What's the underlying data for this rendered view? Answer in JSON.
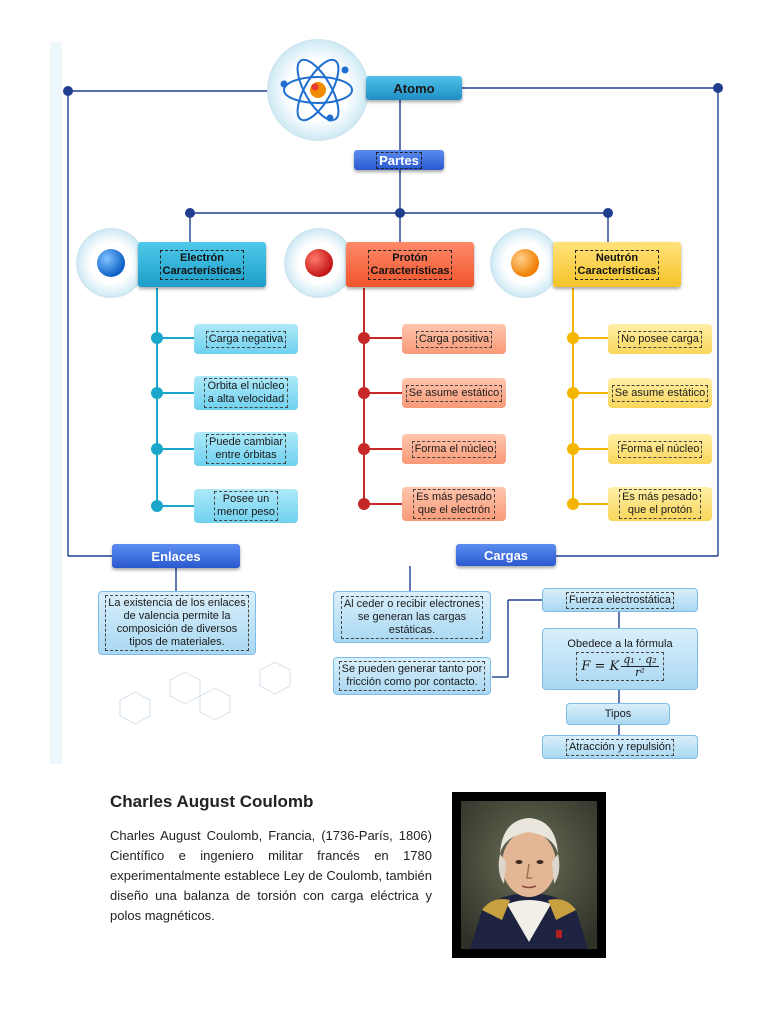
{
  "atomo": {
    "title": "Atomo"
  },
  "partes": {
    "title": "Partes"
  },
  "particles": [
    {
      "id": "electron",
      "name": "Electrón",
      "sub": "Características",
      "color": "#1e88e5",
      "items": [
        "Carga negativa",
        "Orbita el núcleo\na alta velocidad",
        "Puede cambiar\nentre órbitas",
        "Posee un\nmenor peso"
      ]
    },
    {
      "id": "proton",
      "name": "Protón",
      "sub": "Características",
      "color": "#e53935",
      "items": [
        "Carga positiva",
        "Se asume estático",
        "Forma el núcleo",
        "Es más pesado\nque el electrón"
      ]
    },
    {
      "id": "neutron",
      "name": "Neutrón",
      "sub": "Características",
      "color": "#fb8c00",
      "items": [
        "No posee carga",
        "Se asume estático",
        "Forma el núcleo",
        "Es más pesado\nque el protón"
      ]
    }
  ],
  "enlaces": {
    "title": "Enlaces",
    "text": "La existencia de los enlaces\nde valencia permite la\ncomposición de diversos\ntipos de materiales."
  },
  "cargas": {
    "title": "Cargas",
    "box1": "Al ceder o recibir electrones\nse generan las cargas\nestáticas.",
    "box2": "Se pueden generar tanto por\nfricción como por contacto.",
    "fuerza": "Fuerza electrostática",
    "obedece": "Obedece a la fórmula",
    "formula_F": "F = K",
    "formula_num": "q₁ · q₂",
    "formula_den": "r²",
    "tipos": "Tipos",
    "atraccion": "Atracción y repulsión"
  },
  "coulomb": {
    "title": "Charles August Coulomb",
    "text": "Charles August Coulomb, Francia, (1736-París, 1806) Científico e ingeniero militar francés en 1780 experimentalmente establece Ley de Coulomb, también diseño una balanza de torsión con carga eléctrica y polos magnéticos."
  },
  "colors": {
    "line": "#1f3e8f",
    "electron_line": "#1aa7c9",
    "proton_line": "#c62828",
    "neutron_line": "#f4b400"
  }
}
